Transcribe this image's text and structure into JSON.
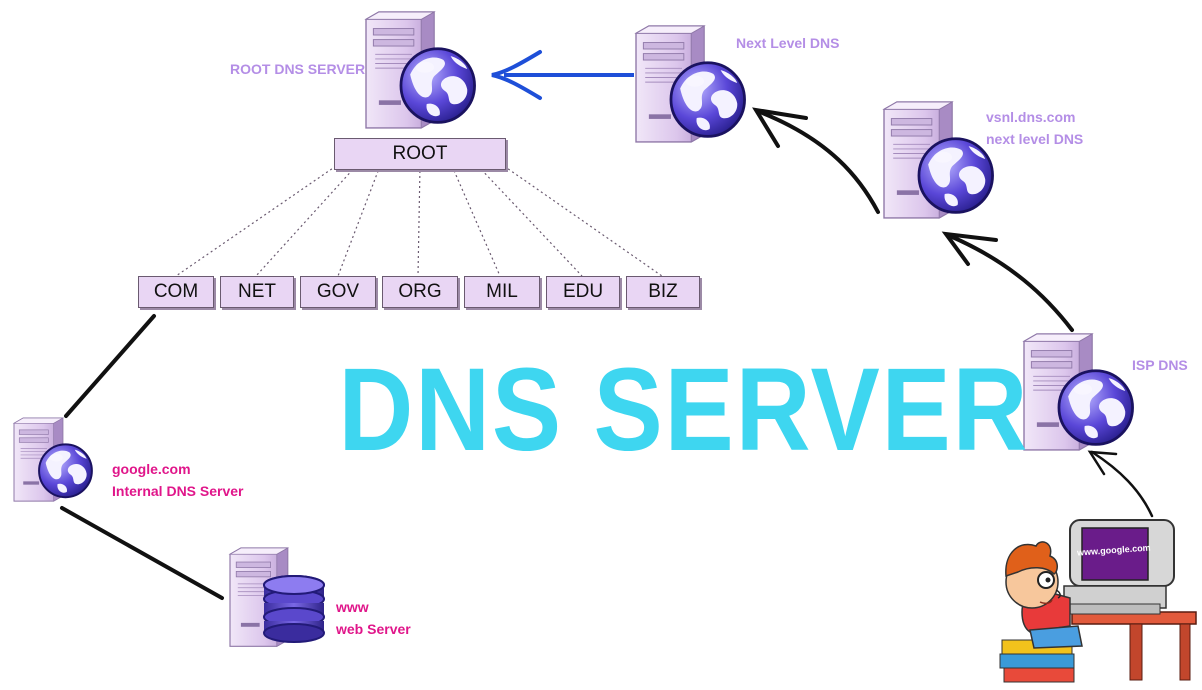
{
  "title": "DNS SERVER",
  "root_box": "ROOT",
  "tlds": [
    "COM",
    "NET",
    "GOV",
    "ORG",
    "MIL",
    "EDU",
    "BIZ"
  ],
  "labels": {
    "root_dns": "ROOT DNS SERVER",
    "next_level": "Next Level DNS",
    "vsnl_line1": "vsnl.dns.com",
    "vsnl_line2": "next level DNS",
    "isp_dns": "ISP DNS",
    "google_line1": "google.com",
    "google_line2": "Internal DNS Server",
    "web_line1": "www",
    "web_line2": "web Server",
    "monitor_text": "www.google.com"
  },
  "colors": {
    "title": "#3ed6f0",
    "server_labels": "#b48ee6",
    "internal_labels": "#e0168a",
    "blue_arrow": "#1e4fd8",
    "black_arrow": "#111111",
    "tld_box_fill": "#e9d6f4"
  },
  "icons": [
    "server-globe-icon",
    "server-database-icon",
    "user-computer-icon"
  ]
}
